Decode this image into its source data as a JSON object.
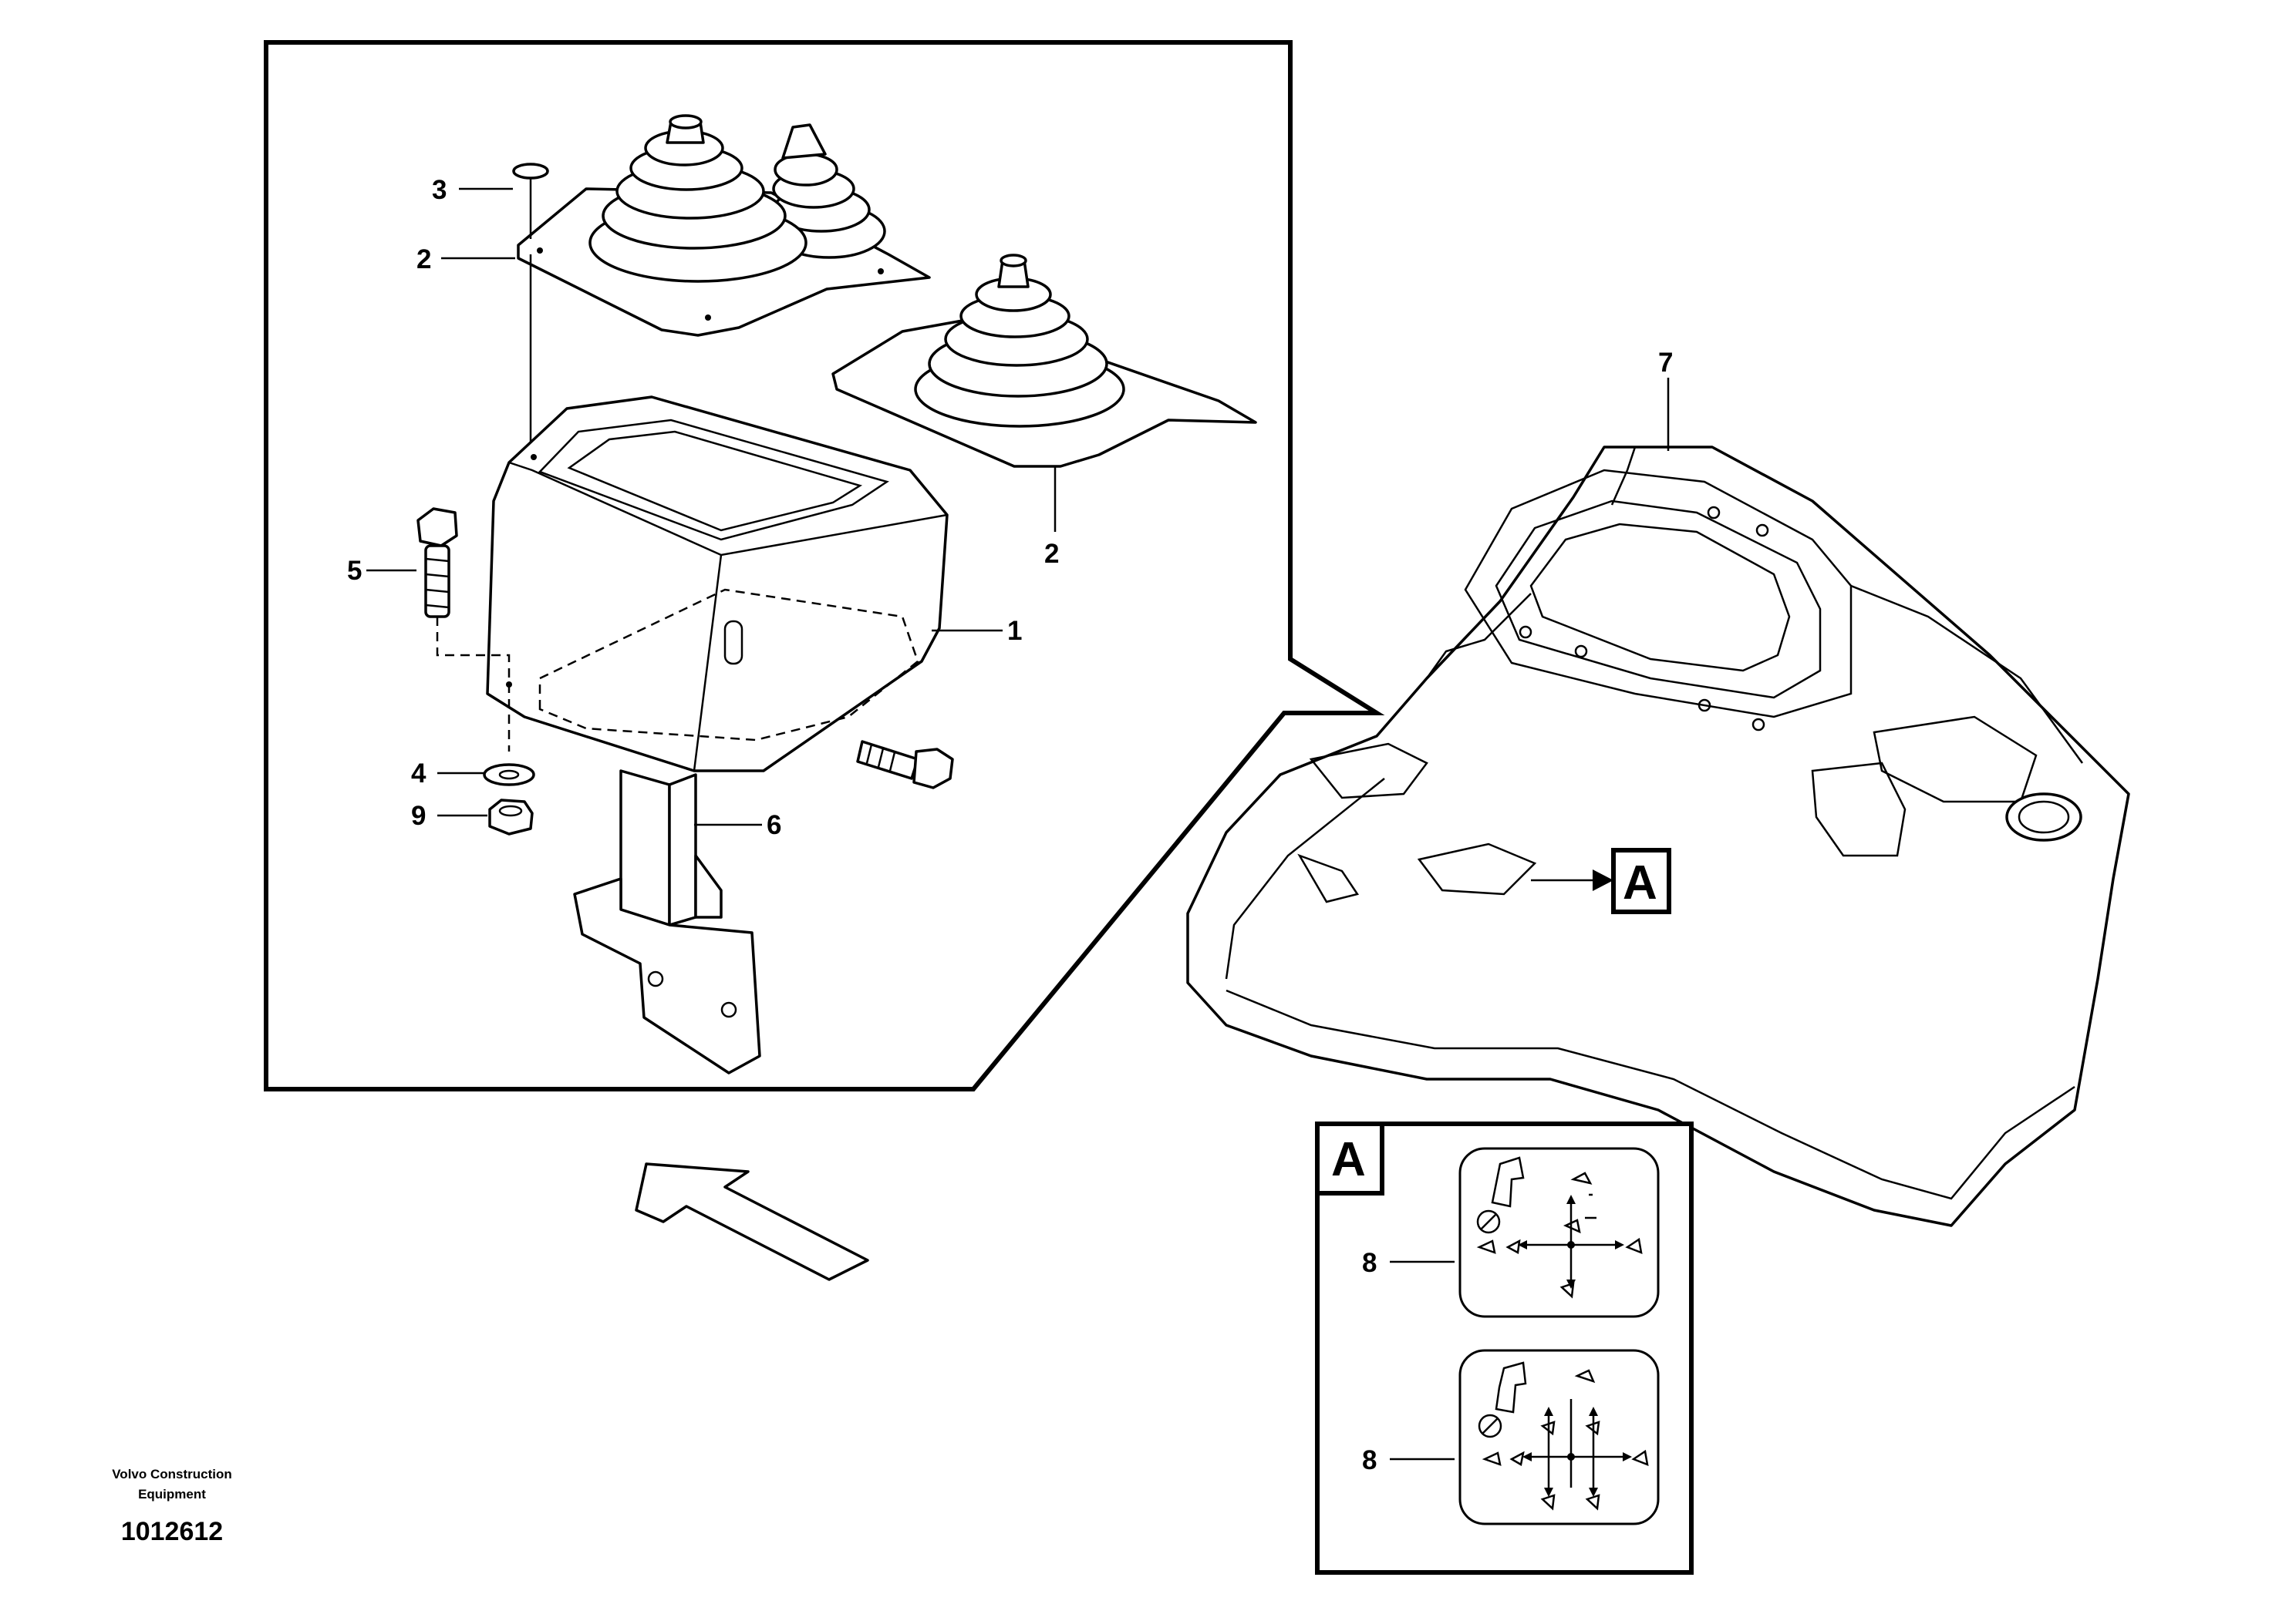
{
  "callouts": {
    "c1": "1",
    "c2a": "2",
    "c2b": "2",
    "c3": "3",
    "c4": "4",
    "c5": "5",
    "c6": "6",
    "c7": "7",
    "c8a": "8",
    "c8b": "8",
    "c9": "9"
  },
  "view_labels": {
    "panel_ref": "A",
    "inset_title": "A"
  },
  "credit": {
    "company_line1": "Volvo Construction",
    "company_line2": "Equipment",
    "drawing_number": "1012612"
  }
}
